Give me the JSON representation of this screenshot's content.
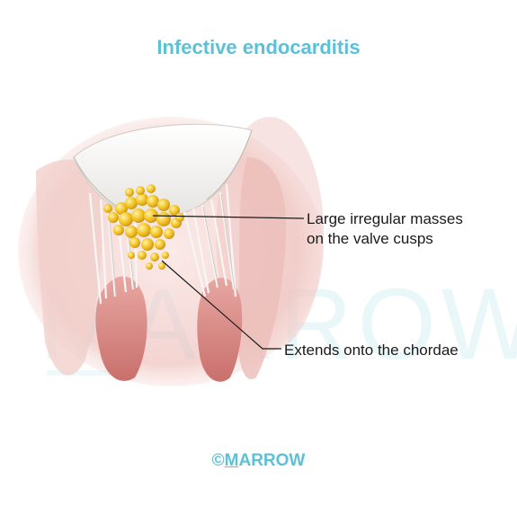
{
  "title": "Infective endocarditis",
  "watermark": "MARROW",
  "labels": {
    "masses": [
      "Large irregular masses",
      "on the valve cusps"
    ],
    "chordae": "Extends onto the chordae"
  },
  "footer": {
    "copyright": "©",
    "first_letter": "M",
    "rest": "ARROW"
  },
  "colors": {
    "accent": "#5cc1d6",
    "vegetation": "#f2c01e",
    "tissue": "#d98a8a",
    "chordae": "#f4f4f2"
  }
}
